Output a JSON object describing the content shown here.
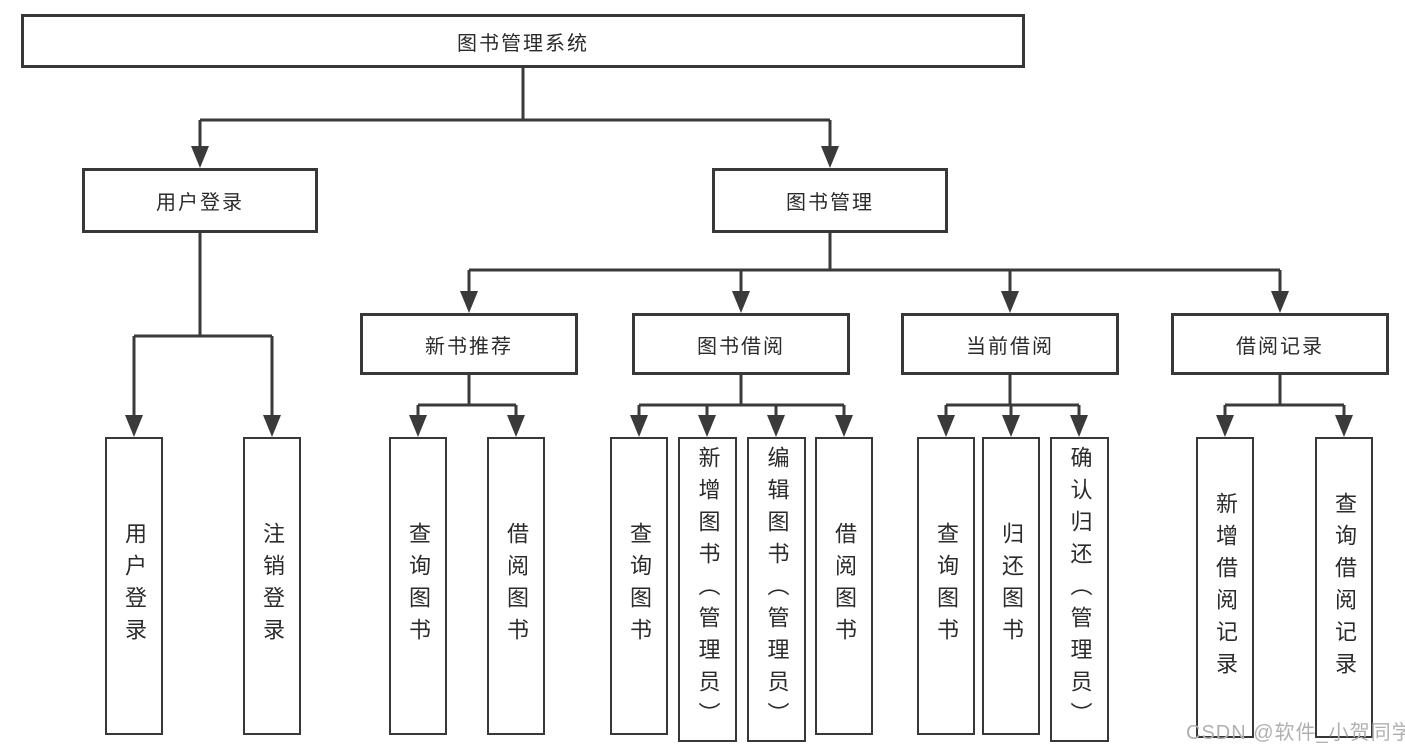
{
  "diagram": {
    "root": {
      "label": "图书管理系统"
    },
    "branches": [
      {
        "label": "用户登录",
        "children": [
          {
            "label": "用户登录"
          },
          {
            "label": "注销登录"
          }
        ]
      },
      {
        "label": "图书管理",
        "children": [
          {
            "label": "新书推荐",
            "children": [
              {
                "label": "查询图书"
              },
              {
                "label": "借阅图书"
              }
            ]
          },
          {
            "label": "图书借阅",
            "children": [
              {
                "label": "查询图书"
              },
              {
                "label": "新增图书（管理员）"
              },
              {
                "label": "编辑图书（管理员）"
              },
              {
                "label": "借阅图书"
              }
            ]
          },
          {
            "label": "当前借阅",
            "children": [
              {
                "label": "查询图书"
              },
              {
                "label": "归还图书"
              },
              {
                "label": "确认归还（管理员）"
              }
            ]
          },
          {
            "label": "借阅记录",
            "children": [
              {
                "label": "新增借阅记录"
              },
              {
                "label": "查询借阅记录"
              }
            ]
          }
        ]
      }
    ]
  },
  "watermark": {
    "text": "CSDN @软件_小贺同学"
  },
  "colors": {
    "line": "#3a3a3a",
    "box_border": "#383838",
    "box_fill": "#ffffff",
    "text": "#2b2b2b",
    "background": "#ffffff",
    "watermark": "#b0b0b0"
  }
}
